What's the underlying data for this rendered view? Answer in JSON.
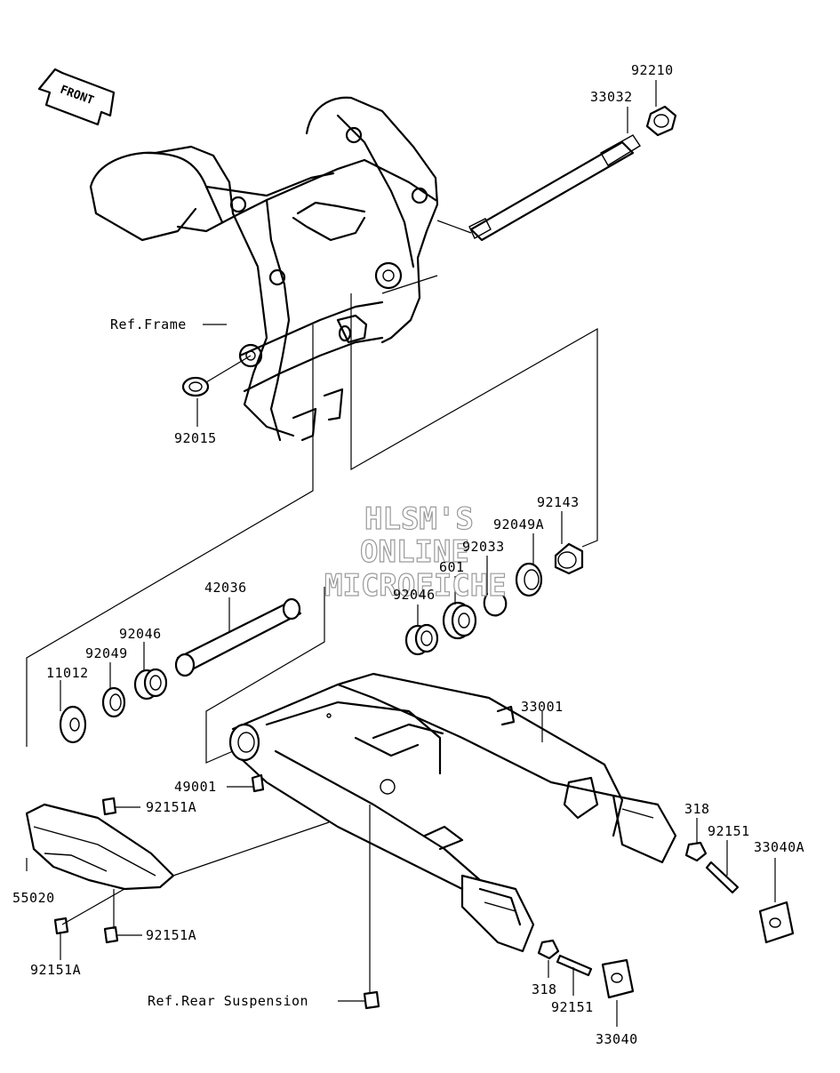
{
  "front_label": "FRONT",
  "watermark": {
    "line1": "HLSM'S",
    "line2": "ONLINE",
    "line3": "MICROFICHE"
  },
  "labels": {
    "p92210": "92210",
    "p33032": "33032",
    "ref_frame": "Ref.Frame",
    "p92015": "92015",
    "p92143": "92143",
    "p92049A": "92049A",
    "p92033": "92033",
    "p601": "601",
    "p92046_right": "92046",
    "p42036": "42036",
    "p92046_left": "92046",
    "p92049": "92049",
    "p11012": "11012",
    "p33001": "33001",
    "p49001": "49001",
    "p92151A_top": "92151A",
    "p318_upper": "318",
    "p92151_upper": "92151",
    "p33040A": "33040A",
    "p55020": "55020",
    "p92151A_mid": "92151A",
    "p92151A_low": "92151A",
    "ref_rear_suspension": "Ref.Rear Suspension",
    "p318_lower": "318",
    "p92151_lower": "92151",
    "p33040": "33040"
  }
}
